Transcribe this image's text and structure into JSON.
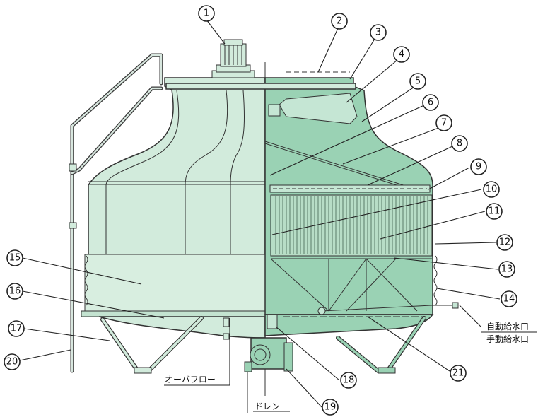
{
  "colors": {
    "shell_exterior": "#d2ebdc",
    "shell_interior": "#9ad2b4",
    "fill_media": "#b7ddc6",
    "outline": "#333333",
    "background": "#ffffff"
  },
  "callouts": [
    "1",
    "2",
    "3",
    "4",
    "5",
    "6",
    "7",
    "8",
    "9",
    "10",
    "11",
    "12",
    "13",
    "14",
    "15",
    "16",
    "17",
    "18",
    "19",
    "20",
    "21"
  ],
  "side_labels": {
    "auto_feed": "自動給水口",
    "manual_feed": "手動給水口",
    "overflow": "オーバフロー",
    "drain": "ドレン"
  }
}
